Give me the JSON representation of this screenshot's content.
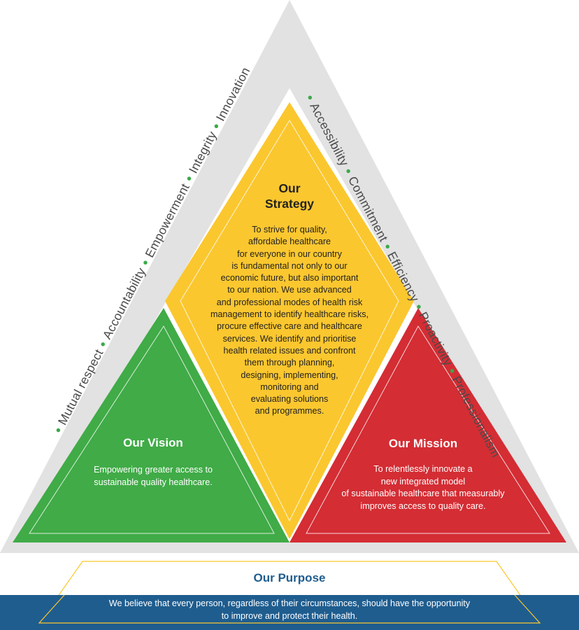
{
  "colors": {
    "outer": "#e2e2e2",
    "strategy": "#fbc72f",
    "vision": "#40ab47",
    "mission": "#d42d34",
    "purpose_band": "#1f5d8f",
    "purpose_title": "#1f5d8f",
    "bullet": "#3aaa48"
  },
  "values_left": [
    "Mutual respect",
    "Accountability",
    "Empowerment",
    "Integrity",
    "Innovation"
  ],
  "values_right": [
    "Accessibility",
    "Commitment",
    "Efficiency",
    "Proactivity",
    "Professionalism"
  ],
  "strategy": {
    "title_line1": "Our",
    "title_line2": "Strategy",
    "lines": [
      "To strive for quality,",
      "affordable healthcare",
      "for everyone in our country",
      "is fundamental not only to our",
      "economic future, but also important",
      "to our nation. We use advanced",
      "and professional modes of health risk",
      "management to identify healthcare risks,",
      "procure effective care and healthcare",
      "services. We identify and prioritise",
      "health related issues and confront",
      "them through planning,",
      "designing, implementing,",
      "monitoring and",
      "evaluating solutions",
      "and programmes."
    ]
  },
  "vision": {
    "title": "Our Vision",
    "lines": [
      "Empowering greater access to",
      "sustainable quality healthcare."
    ]
  },
  "mission": {
    "title": "Our Mission",
    "lines": [
      "To relentlessly innovate a",
      "new integrated model",
      "of sustainable healthcare that measurably",
      "improves access to quality care."
    ]
  },
  "purpose": {
    "title": "Our Purpose",
    "lines": [
      "We believe that every person, regardless of their circumstances, should have the opportunity",
      "to improve and protect their health."
    ]
  }
}
